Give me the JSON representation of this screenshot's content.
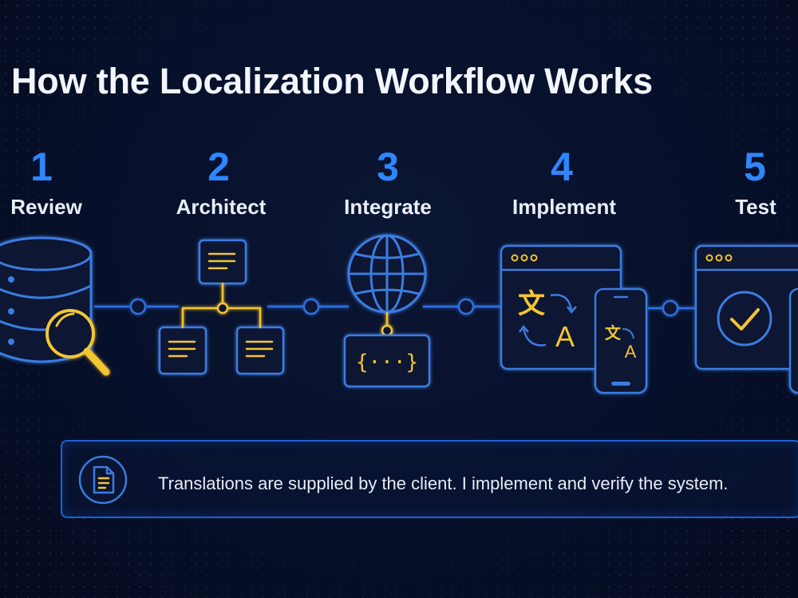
{
  "title": "How the Localization Workflow Works",
  "steps": [
    {
      "number": "1",
      "label": "Review"
    },
    {
      "number": "2",
      "label": "Architect"
    },
    {
      "number": "3",
      "label": "Integrate"
    },
    {
      "number": "4",
      "label": "Implement"
    },
    {
      "number": "5",
      "label": "Test"
    }
  ],
  "icons": {
    "step1": "database-search-icon",
    "step2": "document-hierarchy-icon",
    "step3": "globe-code-icon",
    "step4": "translate-devices-icon",
    "step5": "check-window-icon",
    "note": "document-icon"
  },
  "icon_glyphs": {
    "code": "{···}",
    "translate_source": "文",
    "translate_target": "A",
    "window_dots": "ooo"
  },
  "note": {
    "text": "Translations are supplied by the client. I implement and verify the system."
  },
  "colors": {
    "background": "#07102a",
    "accent_blue": "#2f86ff",
    "outline_blue": "#3a7be0",
    "highlight_yellow": "#f2c531",
    "text": "#f3f6ff"
  }
}
